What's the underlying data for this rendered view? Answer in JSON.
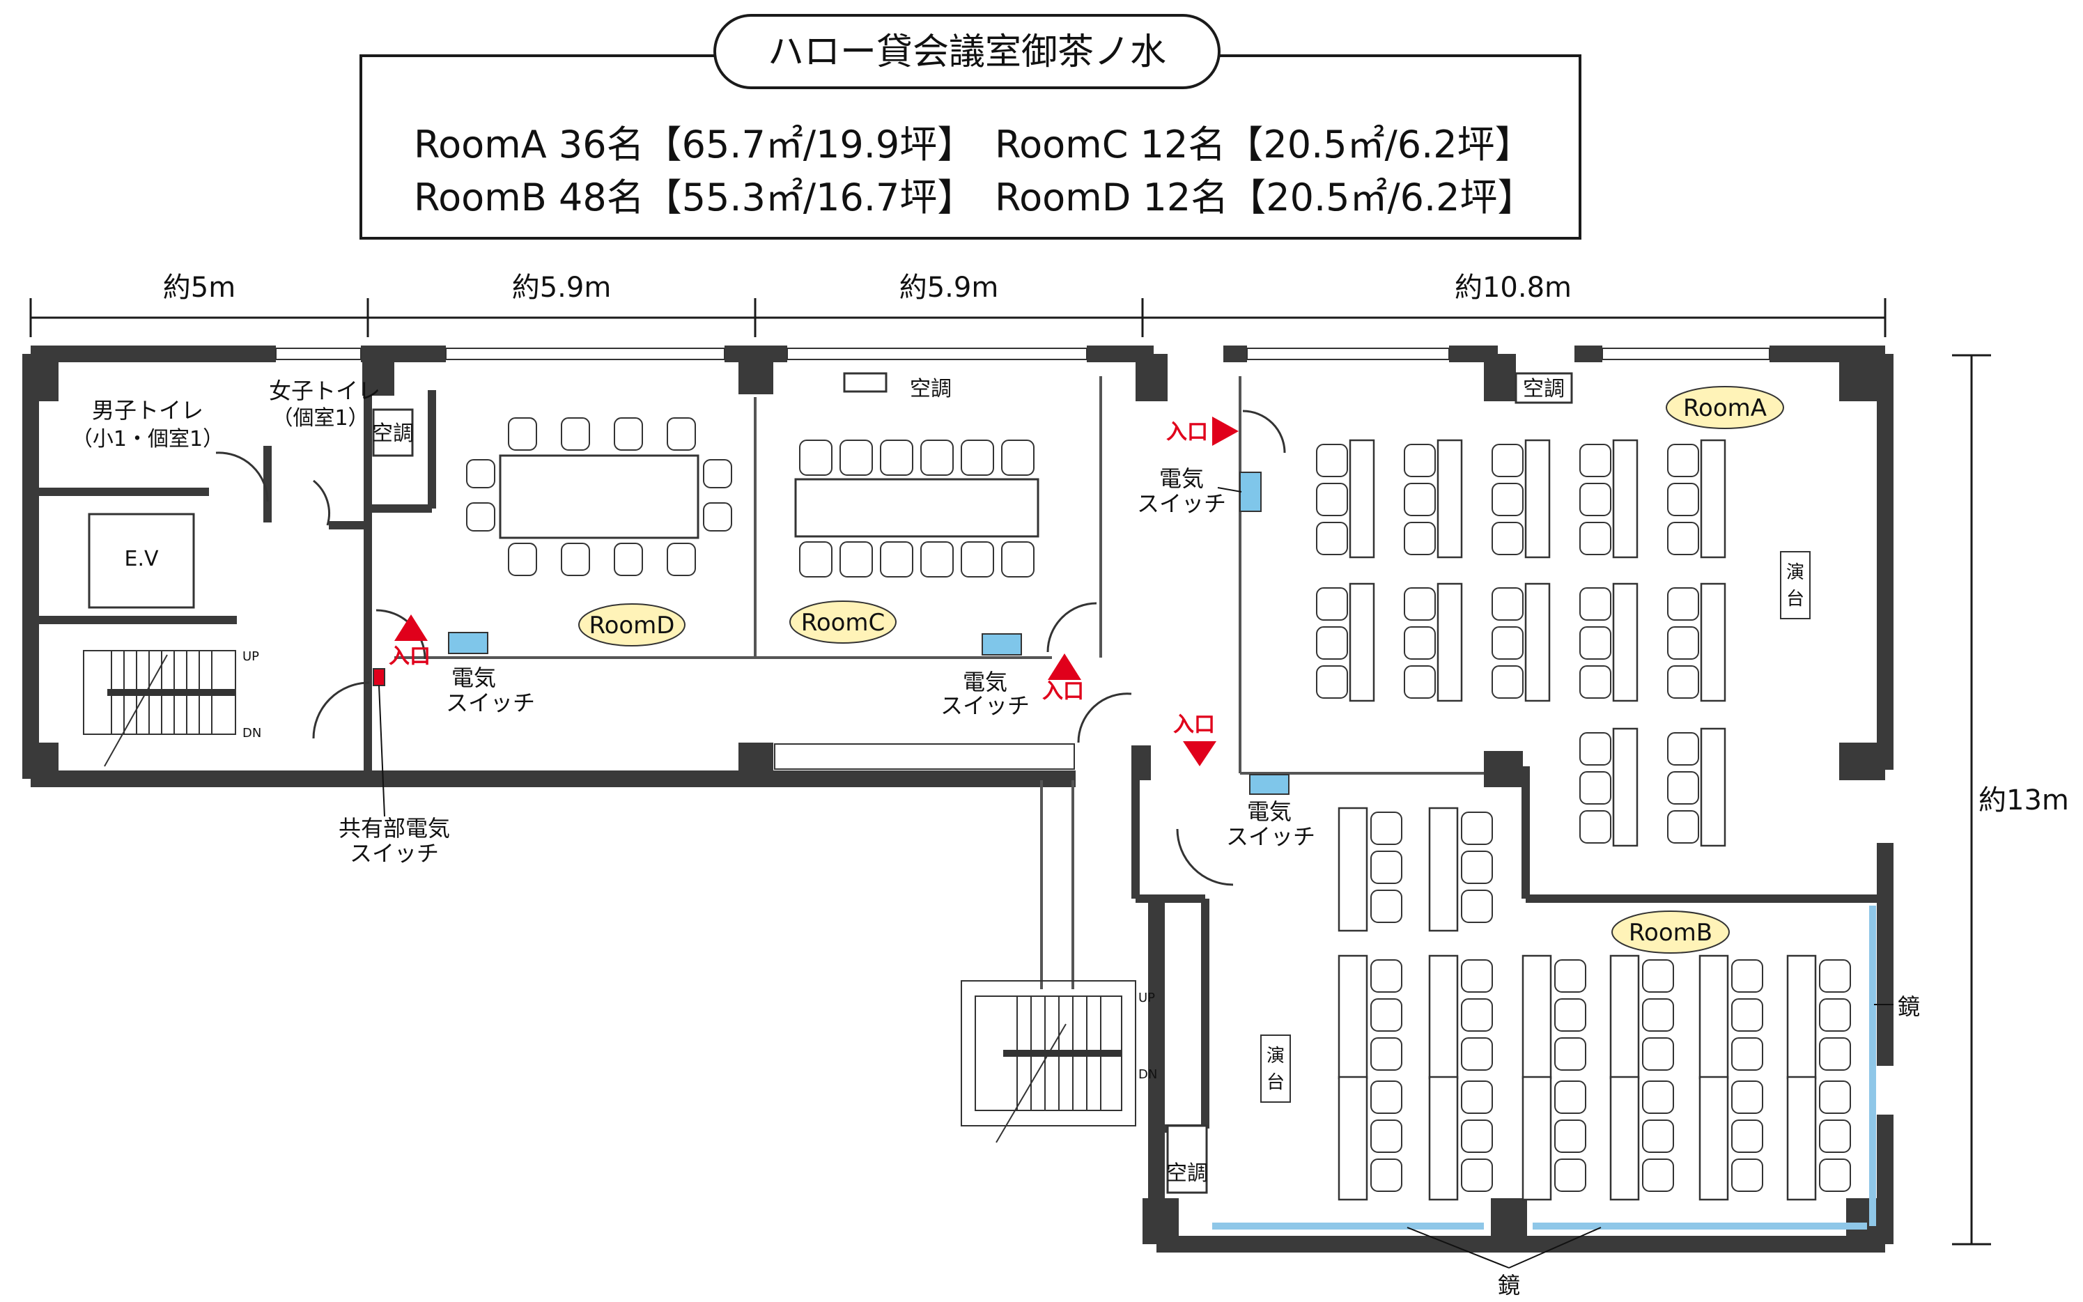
{
  "header": {
    "title": "ハロー貸会議室御茶ノ水",
    "rooms": [
      {
        "text": "RoomA 36名【65.7㎡/19.9坪】"
      },
      {
        "text": "RoomB 48名【55.3㎡/16.7坪】"
      },
      {
        "text": "RoomC 12名【20.5㎡/6.2坪】"
      },
      {
        "text": "RoomD 12名【20.5㎡/6.2坪】"
      }
    ]
  },
  "dimensions": {
    "d1": "約5m",
    "d2": "約5.9m",
    "d3": "約5.9m",
    "d4": "約10.8m",
    "height": "約13m"
  },
  "rooms": {
    "a": "RoomA",
    "b": "RoomB",
    "c": "RoomC",
    "d": "RoomD"
  },
  "labels": {
    "mens_toilet": "男子トイレ",
    "mens_toilet_detail": "（小1・個室1）",
    "womens_toilet": "女子トイレ",
    "womens_toilet_detail": "（個室1）",
    "elevator": "E.V",
    "aircon": "空調",
    "entrance": "入口",
    "switch_1": "電気",
    "switch_2": "スイッチ",
    "shared_switch_1": "共有部電気",
    "shared_switch_2": "スイッチ",
    "stage_1": "演",
    "stage_2": "台",
    "mirror": "鏡",
    "up": "UP",
    "dn": "DN"
  }
}
